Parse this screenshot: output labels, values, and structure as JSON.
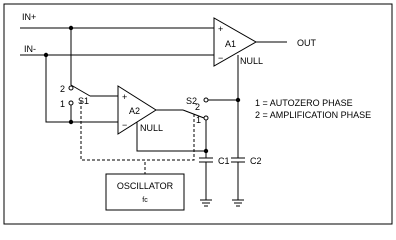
{
  "labels": {
    "in_plus": "IN+",
    "in_minus": "IN-",
    "out": "OUT",
    "a1": "A1",
    "a2": "A2",
    "null_a1": "NULL",
    "null_a2": "NULL",
    "s1": "S1",
    "s2": "S2",
    "c1": "C1",
    "c2": "C2",
    "plus": "+",
    "minus": "−",
    "oscillator": "OSCILLATOR",
    "fc": "fc",
    "s1_pos1": "1",
    "s1_pos2": "2",
    "s2_pos1": "1",
    "s2_pos2": "2"
  },
  "legend": {
    "line1": "1 = AUTOZERO PHASE",
    "line2": "2 = AMPLIFICATION PHASE"
  }
}
